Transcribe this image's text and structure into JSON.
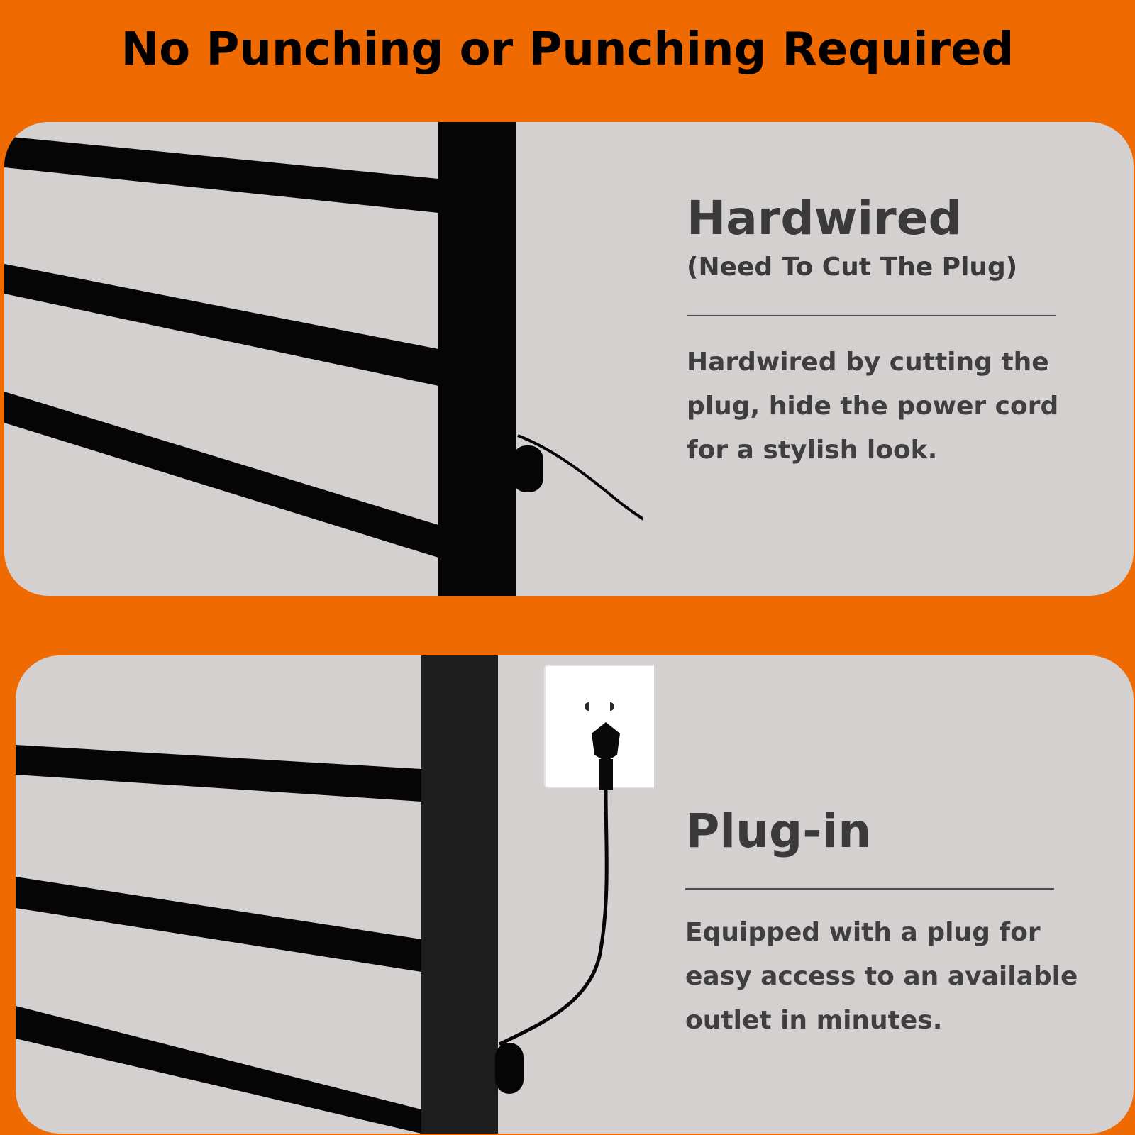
{
  "headline": "No Punching or Punching Required",
  "colors": {
    "background": "#ef6a00",
    "panel": "#d3d0cf",
    "rack": "#050505",
    "text_dark": "#3a3a3a",
    "outlet": "#ffffff"
  },
  "options": [
    {
      "title": "Hardwired",
      "note": "(Need To Cut The Plug)",
      "lines": [
        "Hardwired by cutting the",
        "plug, hide the power cord",
        "for a stylish look."
      ],
      "icon": "towel-rack-hardwired-icon"
    },
    {
      "title": "Plug-in",
      "lines": [
        "Equipped with a plug for",
        "easy access to an available",
        "outlet in minutes."
      ],
      "icon": "towel-rack-plug-in-icon"
    }
  ]
}
